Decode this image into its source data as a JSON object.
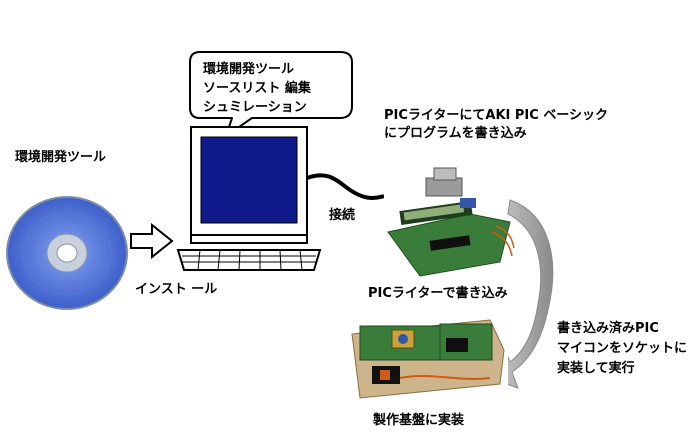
{
  "cd": {
    "label": "環境開発ツール",
    "disc_color": "#4a6fd6",
    "hub_color": "#c9d0dd"
  },
  "install_arrow": {
    "label": "インスト ール"
  },
  "computer": {
    "screen_color": "#101a8a",
    "bubble_lines": [
      "環境開発ツール",
      "ソースリスト 編集",
      "シュミレーション"
    ]
  },
  "connection": {
    "label": "接続"
  },
  "pic_writer": {
    "caption_lines": [
      "PICライターにてAKI PIC ベーシック",
      "にプログラムを書き込み"
    ],
    "sub_caption": "PICライターで書き込み"
  },
  "board": {
    "caption": "製作基盤に実装",
    "side_caption_lines": [
      "書き込み済みPIC",
      "マイコンをソケットに",
      "実装して実行"
    ]
  },
  "colors": {
    "pcb_green": "#3a7d3a",
    "arrow_gray": "#9a9a9a"
  }
}
